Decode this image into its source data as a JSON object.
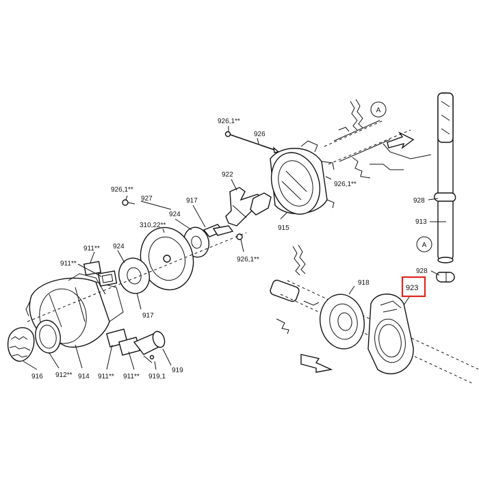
{
  "labels": {
    "p926_1_top": "926,1**",
    "p926": "926",
    "p922": "922",
    "p926_1_right": "926,1**",
    "p926_1_left": "926,1**",
    "p927": "927",
    "p917_top": "917",
    "p924_top": "924",
    "p310": "310,22**",
    "p915": "915",
    "p926_1_mid": "926,1**",
    "p911_a": "911**",
    "p911_b": "911**",
    "p924_mid": "924",
    "p917_mid": "917",
    "p916": "916",
    "p912": "912**",
    "p914": "914",
    "p911_c": "911**",
    "p911_d": "911**",
    "p919_1": "919,1",
    "p919": "919",
    "p928_top": "928",
    "p913": "913",
    "p928_bottom": "928",
    "p918": "918",
    "p923": "923",
    "circle_a_top": "A",
    "circle_a_right": "A"
  },
  "highlight": {
    "target": "923",
    "color": "#e0241b"
  }
}
